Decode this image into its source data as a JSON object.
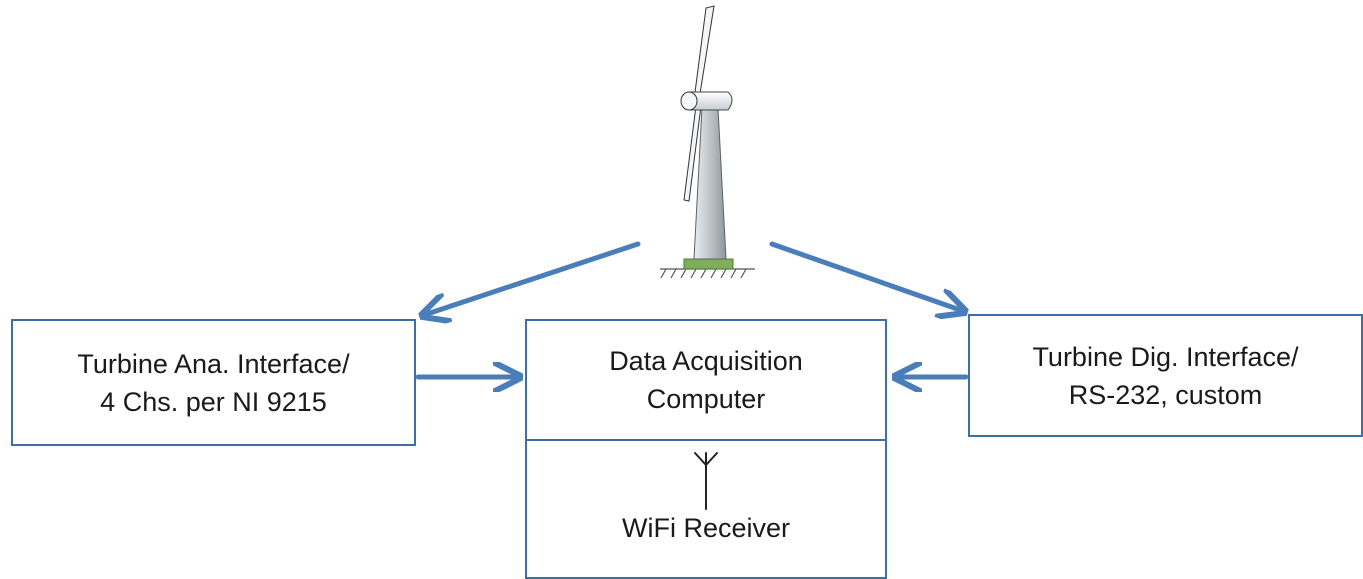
{
  "nodes": {
    "analog_interface": {
      "line1": "Turbine Ana. Interface/",
      "line2": "4 Chs. per NI 9215"
    },
    "data_acquisition": {
      "line1": "Data Acquisition",
      "line2": "Computer"
    },
    "digital_interface": {
      "line1": "Turbine Dig. Interface/",
      "line2": "RS-232, custom"
    },
    "wifi_receiver": {
      "label": "WiFi Receiver"
    }
  },
  "edges": [
    {
      "from": "wind-turbine",
      "to": "analog_interface"
    },
    {
      "from": "wind-turbine",
      "to": "digital_interface"
    },
    {
      "from": "analog_interface",
      "to": "data_acquisition"
    },
    {
      "from": "digital_interface",
      "to": "data_acquisition"
    }
  ],
  "colors": {
    "arrow": "#4a7ebb",
    "box_border": "#3f6ea6",
    "tower": "#b9bfc4",
    "base": "#7fae5a"
  }
}
